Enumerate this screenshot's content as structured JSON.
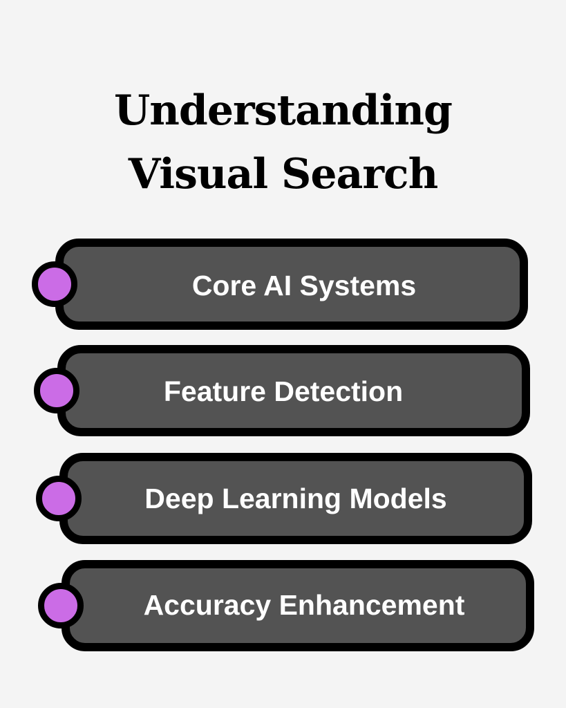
{
  "title": {
    "line1": "Understanding",
    "line2": "Visual Search"
  },
  "items": [
    {
      "label": "Core AI Systems",
      "icon": "purple-dot-icon"
    },
    {
      "label": "Feature Detection",
      "icon": "purple-dot-icon"
    },
    {
      "label": "Deep Learning Models",
      "icon": "purple-dot-icon"
    },
    {
      "label": "Accuracy Enhancement",
      "icon": "purple-dot-icon"
    }
  ],
  "colors": {
    "background": "#f4f4f4",
    "pill_fill": "#535353",
    "pill_border": "#000000",
    "dot_fill": "#cb6ce6",
    "text": "#ffffff"
  }
}
